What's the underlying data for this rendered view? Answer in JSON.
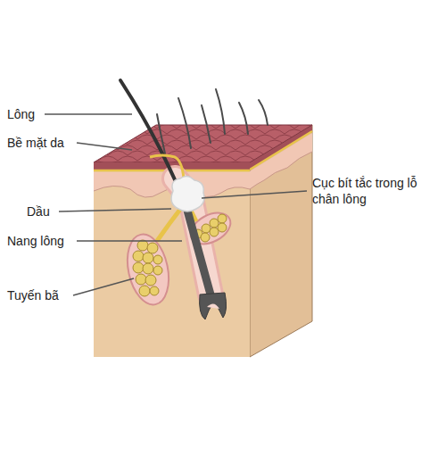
{
  "diagram": {
    "labels": [
      "Lông",
      "Bề mặt da",
      "Dầu",
      "Nang lông",
      "Tuyến bã",
      "Cục bít tắc trong lỗ chân lông"
    ]
  }
}
